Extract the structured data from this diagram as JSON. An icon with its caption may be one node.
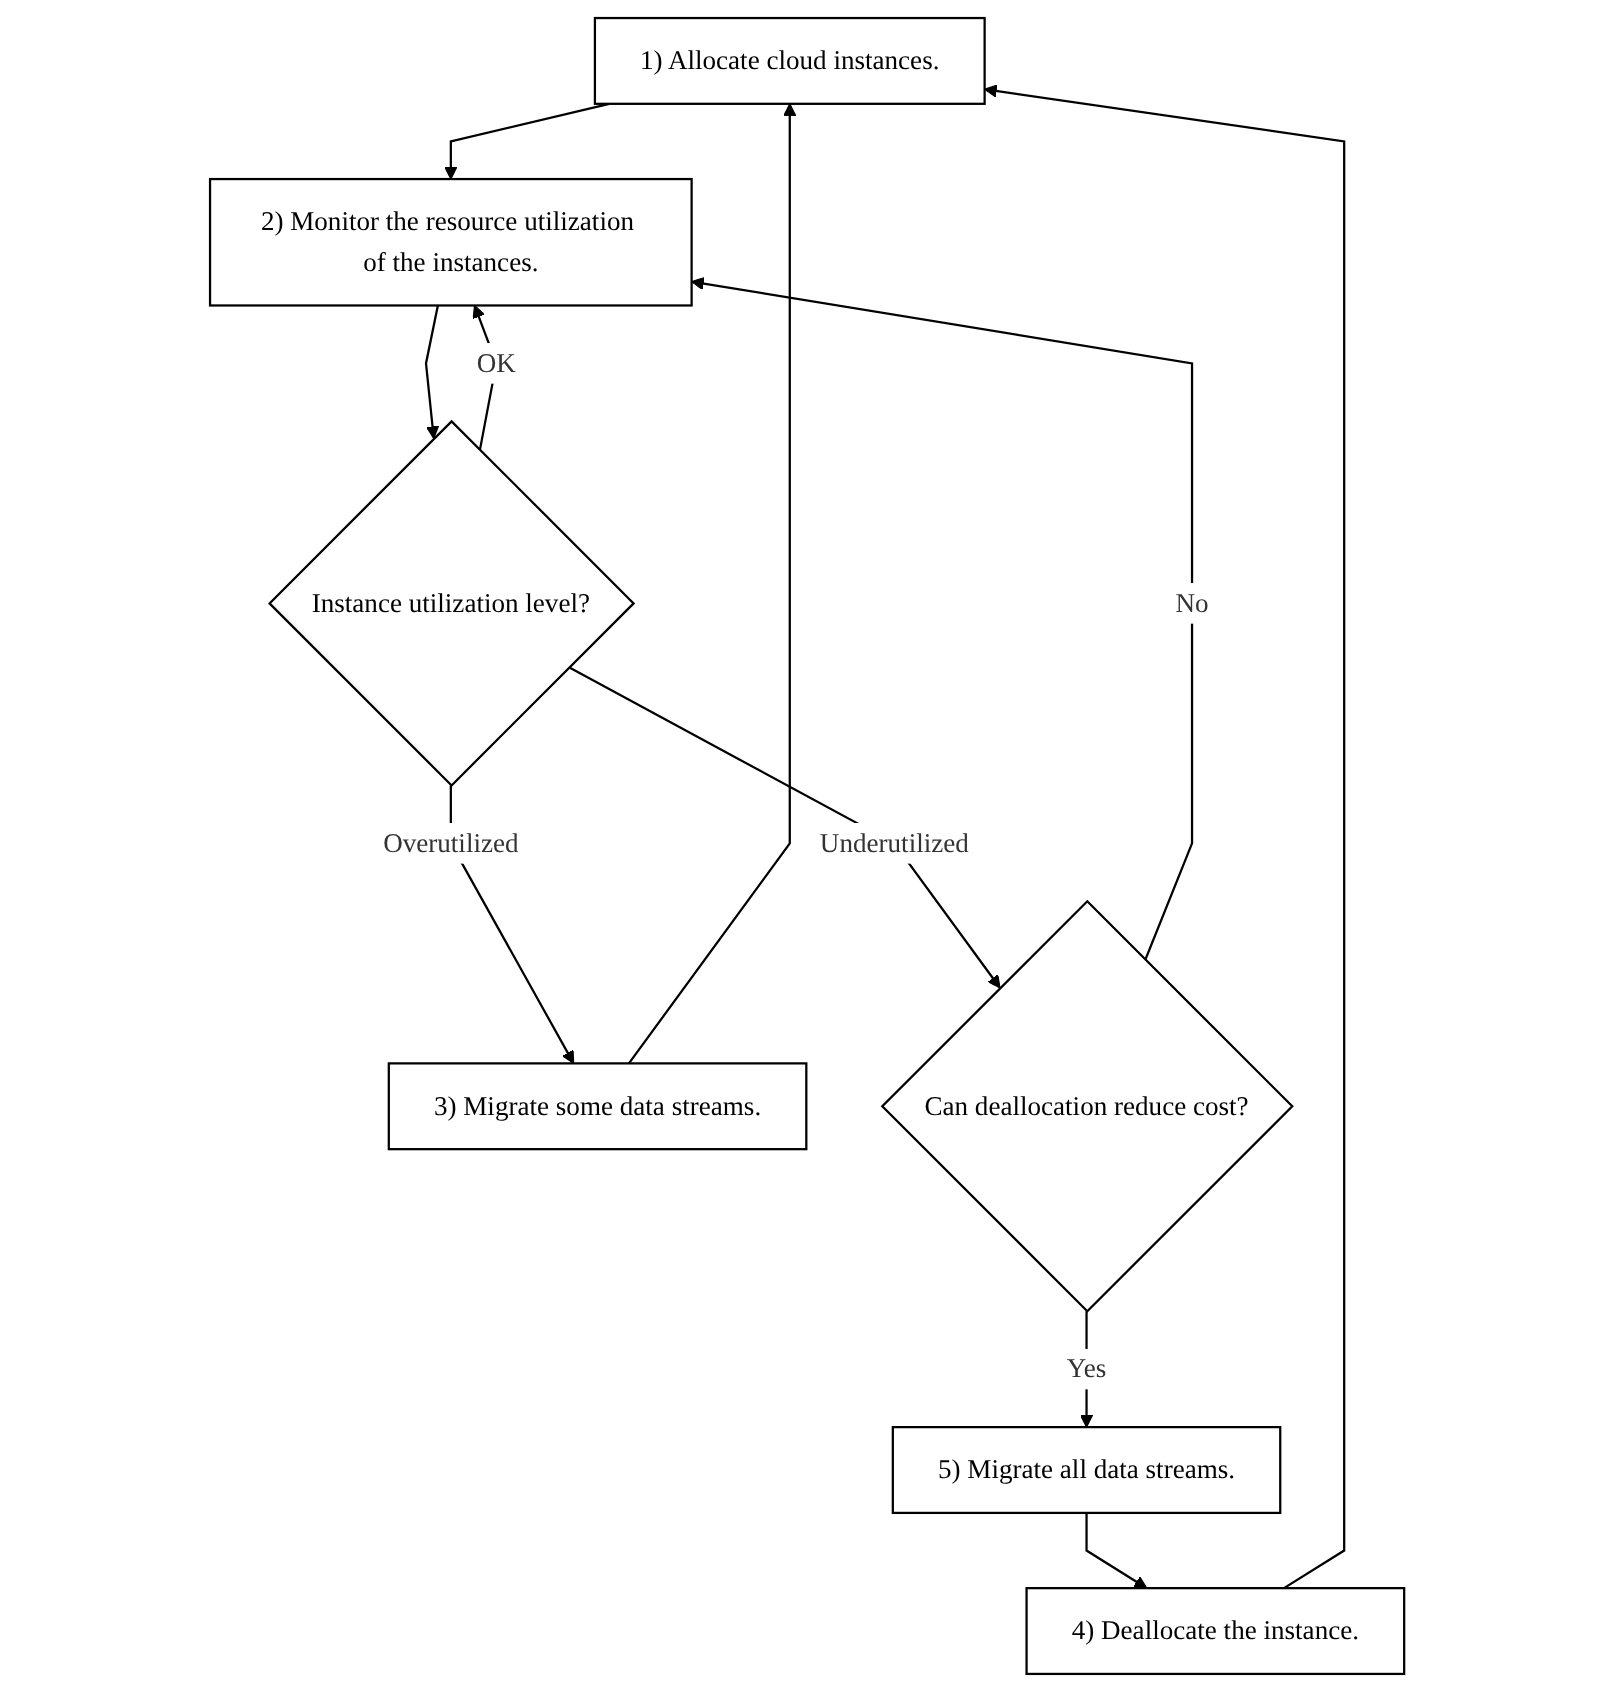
{
  "diagram": {
    "nodes": [
      {
        "text": [
          "1) Allocate cloud instances."
        ]
      },
      {
        "text": [
          "2) Monitor the resource utilization of the instances."
        ]
      },
      {
        "text": [
          "Instance utilization level?"
        ]
      },
      {
        "text": [
          "3) Migrate some data streams."
        ]
      },
      {
        "text": [
          "Can deallocation reduce cost?"
        ]
      },
      {
        "text": [
          "5) Migrate all data streams."
        ]
      },
      {
        "text": [
          "4) Deallocate the instance."
        ]
      }
    ],
    "edges": [
      {
        "from": 0,
        "to": 1,
        "arrow": "to"
      },
      {
        "from": 1,
        "to": 2,
        "arrow": "to"
      },
      {
        "from": 2,
        "to": 1,
        "label": "OK",
        "arrow": "to"
      },
      {
        "from": 2,
        "to": 4,
        "label": "Underutilized",
        "arrow": "to"
      },
      {
        "from": 2,
        "to": 3,
        "label": "Overutilized",
        "arrow": "to"
      },
      {
        "from": 4,
        "to": 1,
        "label": "No",
        "arrow": "to"
      },
      {
        "from": 4,
        "to": 5,
        "label": "Yes",
        "arrow": "to"
      },
      {
        "from": 5,
        "to": 6,
        "arrow": "to"
      },
      {
        "from": 3,
        "to": 0,
        "arrow": "to"
      },
      {
        "from": 6,
        "to": 0,
        "arrow": "to"
      }
    ]
  }
}
